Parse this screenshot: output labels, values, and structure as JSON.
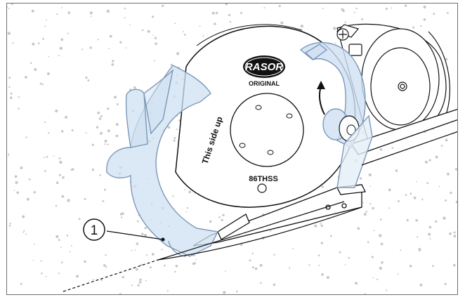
{
  "blade": {
    "brand_logo": "RASOR",
    "brand_sub": "ORIGINAL",
    "side_text": "This side up",
    "model": "86THSS"
  },
  "callout": {
    "number": "1"
  },
  "colors": {
    "guard_fill": "#cfe0f2",
    "guard_stroke": "#7d98b8",
    "line": "#111111",
    "speckle": "#c8c8c8"
  },
  "icons": {
    "rotation_arrow": "curved-arrow-icon"
  }
}
